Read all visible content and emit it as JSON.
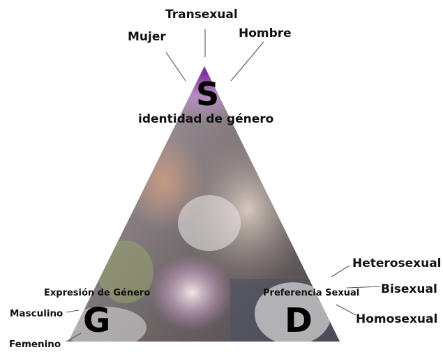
{
  "apex": {
    "letter": "S",
    "title": "identidad de género",
    "options": {
      "left": "Mujer",
      "center": "Transexual",
      "right": "Hombre"
    }
  },
  "left_vertex": {
    "letter": "G",
    "title": "Expresión de Género",
    "options": {
      "upper": "Masculino",
      "lower": "Femenino"
    }
  },
  "right_vertex": {
    "letter": "D",
    "title": "Preferencia Sexual",
    "options": {
      "upper": "Heterosexual",
      "middle": "Bisexual",
      "lower": "Homosexual"
    }
  },
  "colors": {
    "apex_accent": "#8e3aa8",
    "line": "#555555",
    "text": "#111111"
  }
}
